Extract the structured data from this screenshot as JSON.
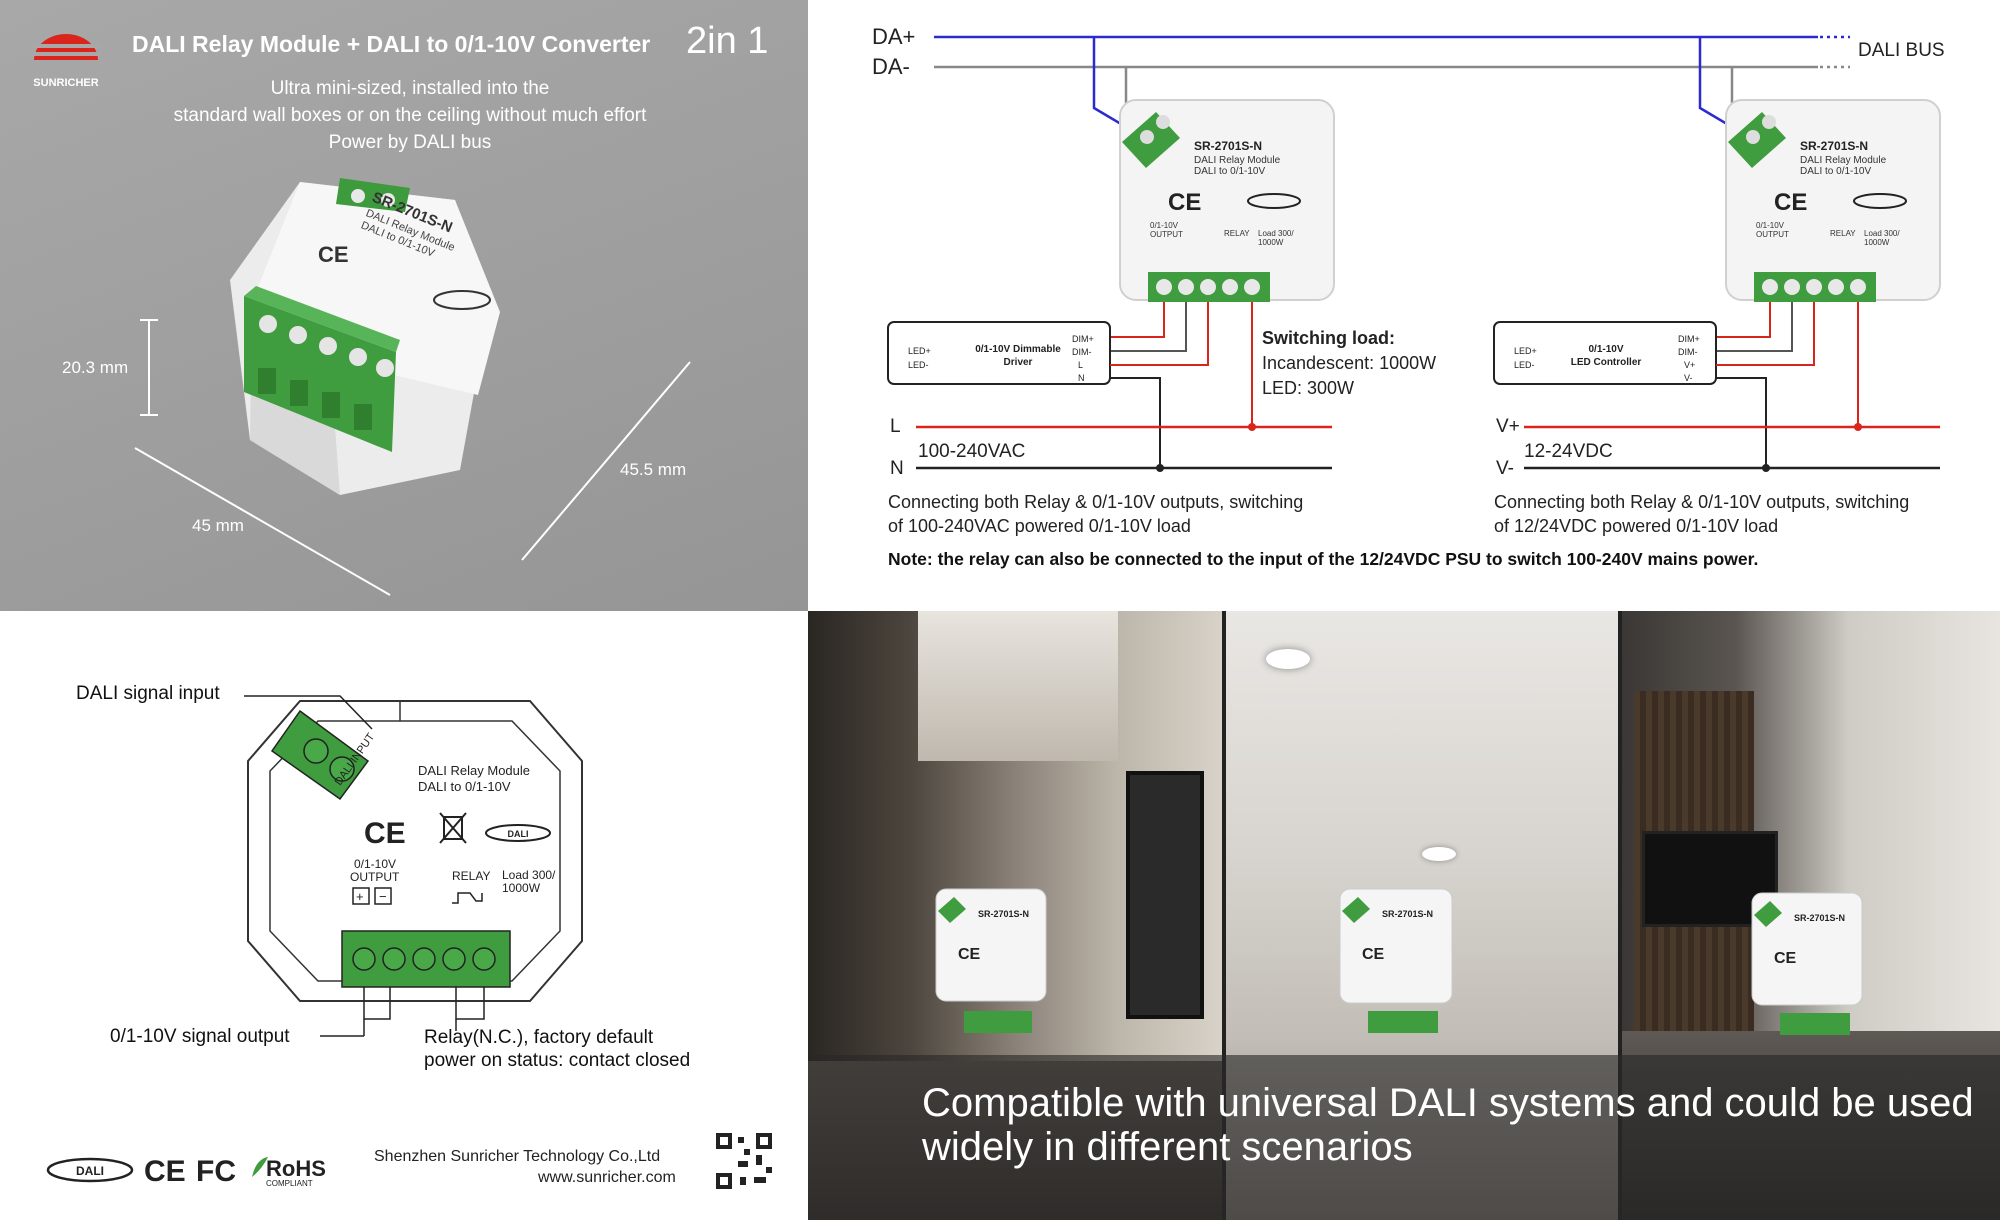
{
  "brand": {
    "name": "SUNRICHER",
    "accent": "#d9251c"
  },
  "hero": {
    "title": "DALI Relay Module + DALI to 0/1-10V Converter",
    "title_suffix": "2in 1",
    "subtitle_lines": [
      "Ultra mini-sized, installed into the",
      "standard wall boxes or on the ceiling without much effort",
      "Power by DALI bus"
    ],
    "dims": {
      "height": "20.3 mm",
      "width": "45 mm",
      "depth": "45.5 mm"
    }
  },
  "device": {
    "model": "SR-2701S-N",
    "line1": "DALI Relay Module",
    "line2": "DALI to 0/1-10V",
    "terminal_top": [
      "DA+",
      "DA-"
    ],
    "terminal_label": "DALI",
    "output_label": [
      "0/1-10V",
      "OUTPUT"
    ],
    "relay_label": "RELAY",
    "load_label": [
      "Load 300/",
      "1000W"
    ],
    "ce": "CE",
    "dali_logo": "DALI"
  },
  "wiring": {
    "da_plus": "DA+",
    "da_minus": "DA-",
    "bus_label": "DALI BUS",
    "left": {
      "driver_title": [
        "0/1-10V Dimmable",
        "Driver"
      ],
      "led_pins": [
        "LED+",
        "LED-"
      ],
      "pins": [
        "DIM+",
        "DIM-",
        "L",
        "N"
      ],
      "line_l": "L",
      "line_n": "N",
      "supply": "100-240VAC",
      "switching_title": "Switching load:",
      "switching_lines": [
        "Incandescent: 1000W",
        "LED: 300W"
      ],
      "caption": [
        "Connecting both Relay & 0/1-10V outputs, switching",
        "of 100-240VAC powered 0/1-10V load"
      ]
    },
    "right": {
      "driver_title": [
        "0/1-10V",
        "LED Controller"
      ],
      "led_pins": [
        "LED+",
        "LED-"
      ],
      "pins": [
        "DIM+",
        "DIM-",
        "V+",
        "V-"
      ],
      "line_l": "V+",
      "line_n": "V-",
      "supply": "12-24VDC",
      "caption": [
        "Connecting both Relay & 0/1-10V outputs, switching",
        "of 12/24VDC powered 0/1-10V load"
      ]
    },
    "note": "Note: the relay can also be connected to the input of the 12/24VDC PSU to switch 100-240V mains power."
  },
  "terminals": {
    "dali_input": "DALI signal input",
    "dali_input_chip": "DALI INPUT",
    "signal_output": "0/1-10V signal output",
    "relay_desc": [
      "Relay(N.C.), factory default",
      "power on status: contact closed"
    ]
  },
  "footer": {
    "company": "Shenzhen Sunricher Technology  Co.,Ltd",
    "website": "www.sunricher.com",
    "certs": [
      "DALI",
      "CE",
      "FC",
      "RoHS"
    ],
    "rohs_sub": "COMPLIANT"
  },
  "scenarios": {
    "caption_lines": [
      "Compatible with universal DALI systems and could be used",
      "widely in different scenarios"
    ]
  }
}
